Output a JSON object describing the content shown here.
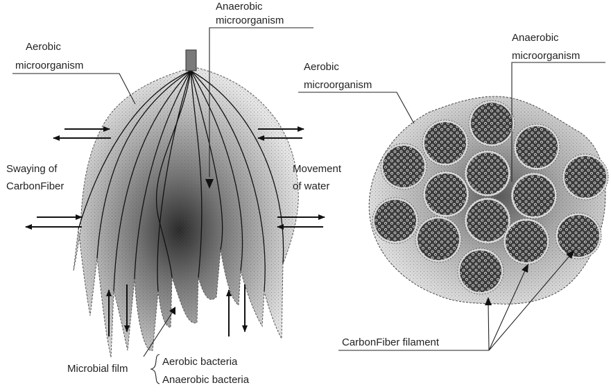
{
  "labels": {
    "left_aerobic_line1": "Aerobic",
    "left_aerobic_line2": "microorganism",
    "top_anaerobic_line1": "Anaerobic",
    "top_anaerobic_line2": "microorganism",
    "swaying_line1": "Swaying of",
    "swaying_line2": "CarbonFiber",
    "movement_line1": "Movement",
    "movement_line2": "of water",
    "microbial_film": "Microbial film",
    "aerobic_bacteria": "Aerobic bacteria",
    "anaerobic_bacteria": "Anaerobic bacteria",
    "right_aerobic_line1": "Aerobic",
    "right_aerobic_line2": "microorganism",
    "right_anaerobic_line1": "Anaerobic",
    "right_anaerobic_line2": "microorganism",
    "filament": "CarbonFiber filament"
  },
  "colors": {
    "ink": "#222222",
    "film_outer": "#efefef",
    "film_dark": "#2a2a2a",
    "filament_fill": "#3c3c3c",
    "anchor_block": "#7a7a7a"
  }
}
